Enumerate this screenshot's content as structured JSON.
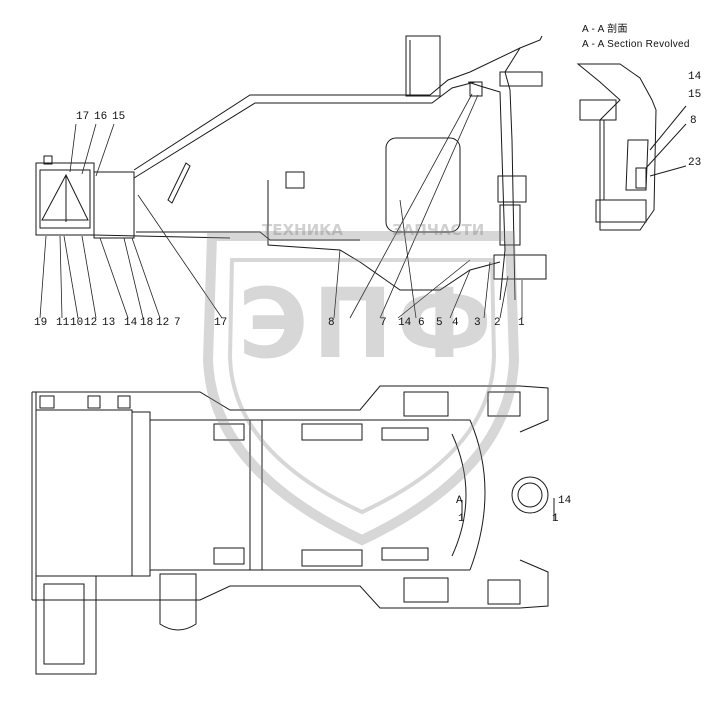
{
  "section_caption": {
    "line1": "A - A 剖面",
    "line2": "A - A Section Revolved"
  },
  "watermark": {
    "text": "ТЕХНИКА",
    "text2": "ЗАПЧАСТИ",
    "logo": "ЭПФ"
  },
  "callouts_side": [
    "19",
    "11",
    "10",
    "12",
    "13",
    "14",
    "18",
    "12",
    "7",
    "17",
    "8",
    "7",
    "14",
    "6",
    "5",
    "4",
    "3",
    "2",
    "1"
  ],
  "callouts_top_left": [
    "17",
    "16",
    "15"
  ],
  "callouts_section": [
    "14",
    "15",
    "8",
    "23"
  ],
  "plan_marks": {
    "a_left": "A",
    "a_left_num": "1",
    "a_right": "14",
    "a_right_num": "1"
  },
  "colors": {
    "line": "#1a1a1a",
    "watermark": "#8a8a8a"
  }
}
